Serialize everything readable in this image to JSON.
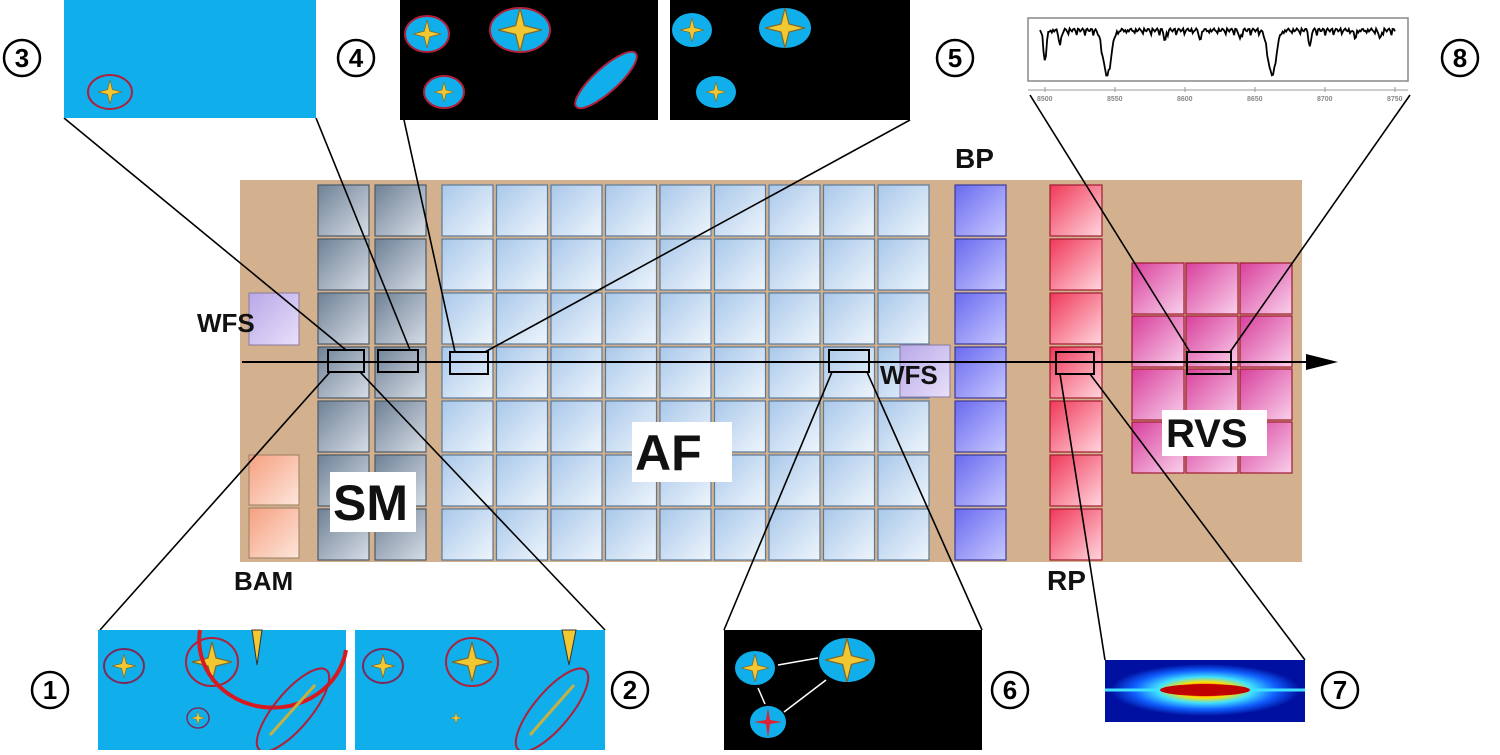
{
  "labels": {
    "wfs_left": "WFS",
    "wfs_right": "WFS",
    "sm": "SM",
    "af": "AF",
    "bp": "BP",
    "rp": "RP",
    "bam": "BAM",
    "rvs": "RVS"
  },
  "callouts": [
    "1",
    "2",
    "3",
    "4",
    "5",
    "6",
    "7",
    "8"
  ],
  "spectrum": {
    "ticks": [
      "8500",
      "8550",
      "8600",
      "8650",
      "8700",
      "8750"
    ]
  },
  "colors": {
    "background": "#d3b18e",
    "sky": "#10aeea",
    "star": "#f2c832",
    "ellipse": "#b0203a"
  }
}
